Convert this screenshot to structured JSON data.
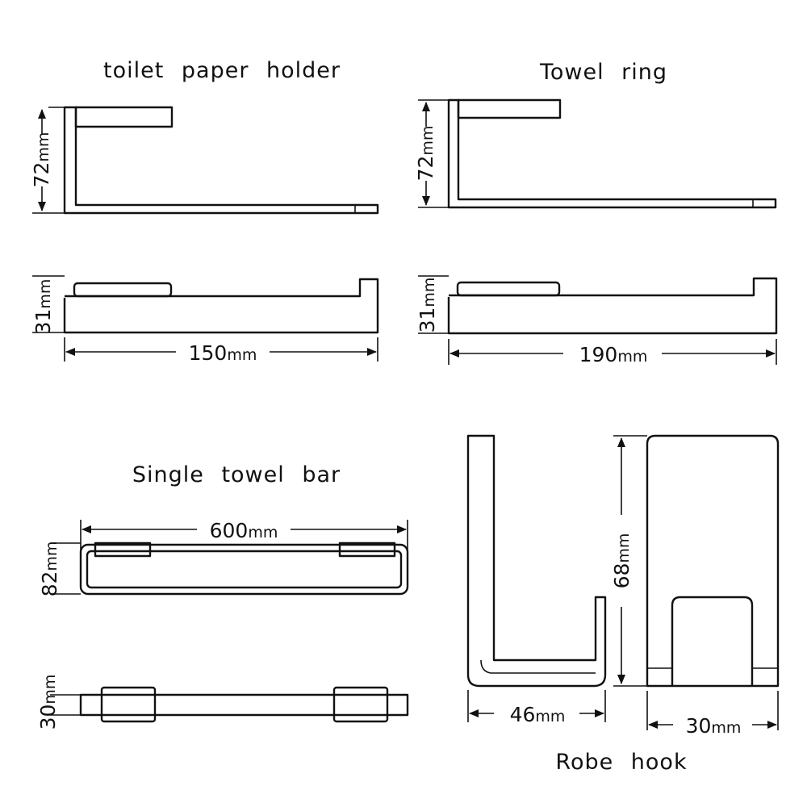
{
  "titles": {
    "toilet_paper_holder": "toilet paper holder",
    "towel_ring": "Towel ring",
    "single_towel_bar": "Single towel bar",
    "robe_hook": "Robe hook"
  },
  "dimensions": {
    "tph_height": {
      "value": "72",
      "unit": "mm"
    },
    "tph_depth": {
      "value": "31",
      "unit": "mm"
    },
    "tph_length": {
      "value": "150",
      "unit": "mm"
    },
    "tr_height": {
      "value": "72",
      "unit": "mm"
    },
    "tr_depth": {
      "value": "31",
      "unit": "mm"
    },
    "tr_length": {
      "value": "190",
      "unit": "mm"
    },
    "tb_length": {
      "value": "600",
      "unit": "mm"
    },
    "tb_height": {
      "value": "82",
      "unit": "mm"
    },
    "tb_depth": {
      "value": "30",
      "unit": "mm"
    },
    "rh_depth": {
      "value": "46",
      "unit": "mm"
    },
    "rh_height": {
      "value": "68",
      "unit": "mm"
    },
    "rh_width": {
      "value": "30",
      "unit": "mm"
    }
  },
  "colors": {
    "line": "#111111",
    "background": "#ffffff"
  }
}
